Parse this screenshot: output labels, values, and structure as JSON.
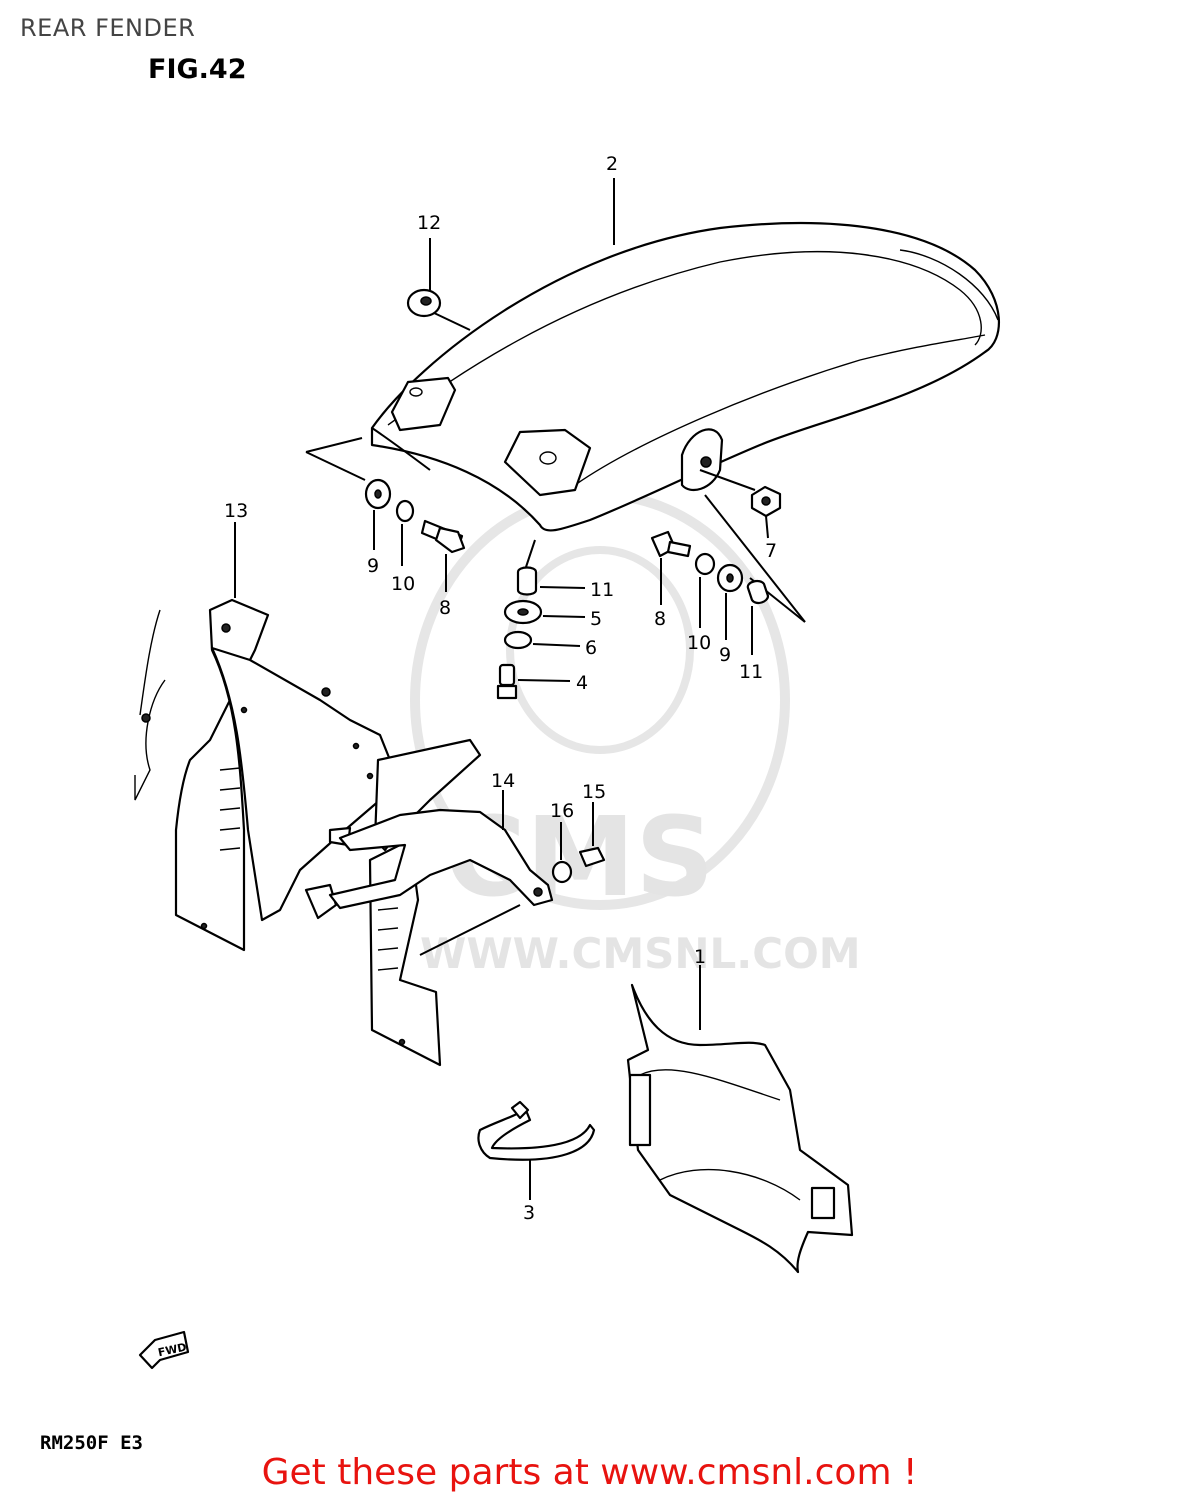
{
  "header": {
    "title": "REAR FENDER",
    "figure": "FIG.42"
  },
  "footer": {
    "model": "RM250F E3",
    "promo": "Get these parts at www.cmsnl.com !"
  },
  "watermark": {
    "logo": "CMS",
    "url": "WWW.CMSNL.COM"
  },
  "direction_indicator": {
    "label": "FWD"
  },
  "callouts": [
    {
      "id": "c2",
      "label": "2"
    },
    {
      "id": "c12",
      "label": "12"
    },
    {
      "id": "c13",
      "label": "13"
    },
    {
      "id": "c9a",
      "label": "9"
    },
    {
      "id": "c10a",
      "label": "10"
    },
    {
      "id": "c8a",
      "label": "8"
    },
    {
      "id": "c11a",
      "label": "11"
    },
    {
      "id": "c5",
      "label": "5"
    },
    {
      "id": "c6",
      "label": "6"
    },
    {
      "id": "c4",
      "label": "4"
    },
    {
      "id": "c7",
      "label": "7"
    },
    {
      "id": "c8b",
      "label": "8"
    },
    {
      "id": "c10b",
      "label": "10"
    },
    {
      "id": "c9b",
      "label": "9"
    },
    {
      "id": "c11b",
      "label": "11"
    },
    {
      "id": "c14",
      "label": "14"
    },
    {
      "id": "c16",
      "label": "16"
    },
    {
      "id": "c15",
      "label": "15"
    },
    {
      "id": "c1",
      "label": "1"
    },
    {
      "id": "c3",
      "label": "3"
    }
  ],
  "colors": {
    "promo": "#e8130f",
    "line": "#000000",
    "watermark": "#e4e4e4"
  }
}
